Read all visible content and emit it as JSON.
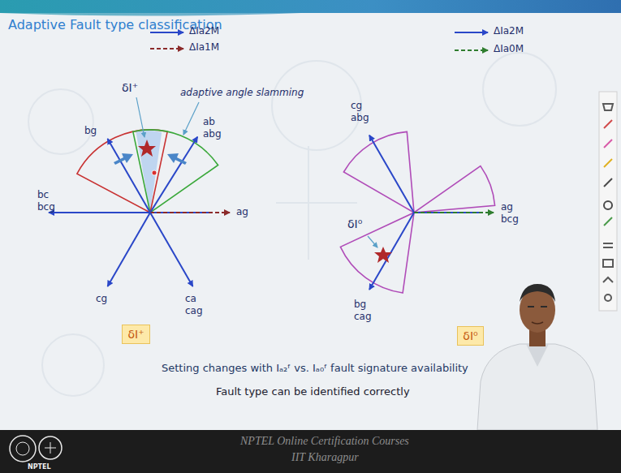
{
  "diagram": {
    "title": "Adaptive Fault type classification",
    "nodes": [
      {
        "text": [
          "δI⁺"
        ]
      },
      {
        "text": [
          "δI⁰"
        ]
      }
    ],
    "labels": [
      "bg",
      "ab",
      "abg",
      "δI⁺",
      "adaptive angle slamming",
      "bc",
      "bcg",
      "ag",
      "cg",
      "ca",
      "cag",
      "cg",
      "abg",
      "ag",
      "bcg",
      "δI⁰",
      "bg",
      "cag",
      "Setting changes with Iₐ₂ᶠ vs. Iₐ₀ᶠ fault signature availability",
      "Fault type can be identified correctly",
      "NPTEL",
      "NPTEL Online Certification Courses",
      "IIT Kharagpur"
    ],
    "legend": [
      {
        "text": "ΔIa2M"
      },
      {
        "text": "ΔIa1M"
      },
      {
        "text": "ΔIa2M"
      },
      {
        "text": "ΔIa0M"
      }
    ]
  }
}
